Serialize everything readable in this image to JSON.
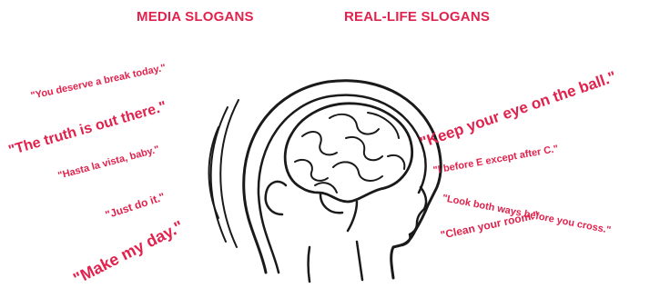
{
  "headings": {
    "media": "MEDIA SLOGANS",
    "real_life": "REAL-LIFE SLOGANS"
  },
  "media_slogans": [
    "\"You deserve a break today.\"",
    "\"The truth is out there.\"",
    "\"Hasta la vista, baby.\"",
    "\"Just do it.\"",
    "\"Make my day.\""
  ],
  "real_life_slogans": [
    "\"Keep your eye on the ball.\"",
    "\"I before E except after C.\"",
    "\"Look both ways before you cross.\"",
    "\"Clean your room.\""
  ],
  "colors": {
    "slogan_text": "#e0224d",
    "line_art": "#1a1a1a",
    "background": "#ffffff"
  }
}
